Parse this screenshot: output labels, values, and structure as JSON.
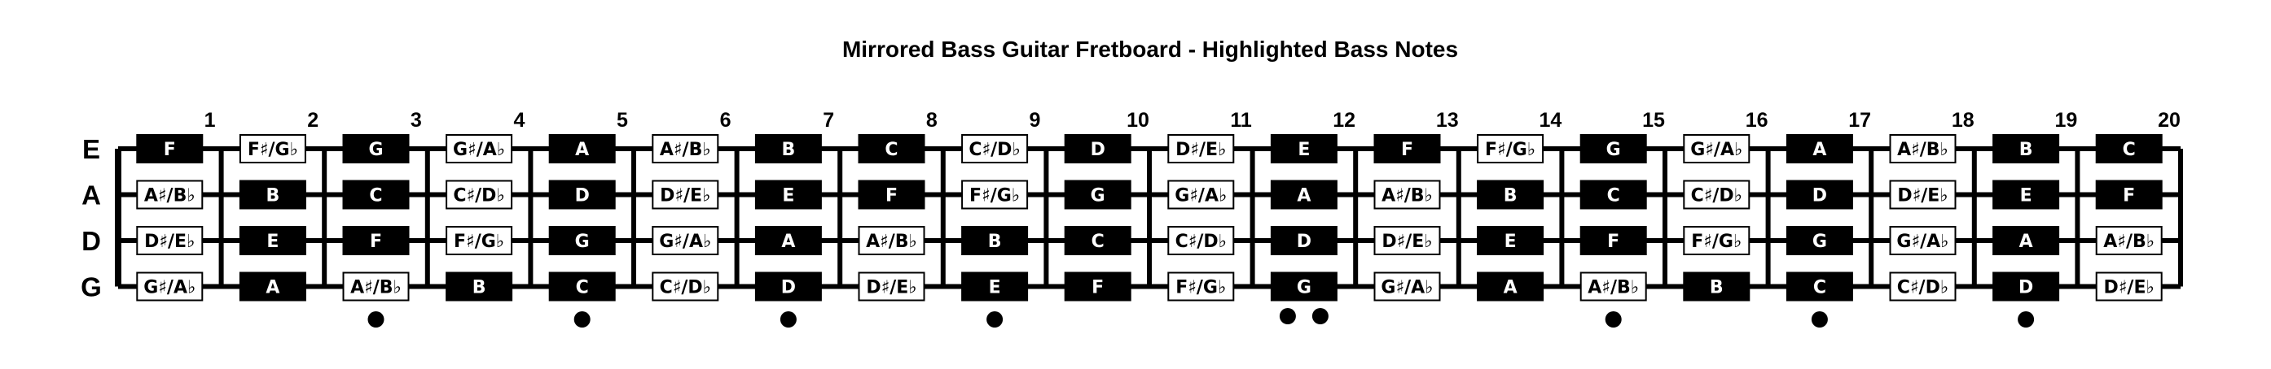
{
  "title": "Mirrored Bass Guitar Fretboard - Highlighted Bass Notes",
  "fret_numbers": [
    "1",
    "2",
    "3",
    "4",
    "5",
    "6",
    "7",
    "8",
    "9",
    "10",
    "11",
    "12",
    "13",
    "14",
    "15",
    "16",
    "17",
    "18",
    "19",
    "20"
  ],
  "strings": [
    {
      "name": "E",
      "notes": [
        {
          "label": "F",
          "highlighted": true
        },
        {
          "label": "F♯/G♭",
          "highlighted": false
        },
        {
          "label": "G",
          "highlighted": true
        },
        {
          "label": "G♯/A♭",
          "highlighted": false
        },
        {
          "label": "A",
          "highlighted": true
        },
        {
          "label": "A♯/B♭",
          "highlighted": false
        },
        {
          "label": "B",
          "highlighted": true
        },
        {
          "label": "C",
          "highlighted": true
        },
        {
          "label": "C♯/D♭",
          "highlighted": false
        },
        {
          "label": "D",
          "highlighted": true
        },
        {
          "label": "D♯/E♭",
          "highlighted": false
        },
        {
          "label": "E",
          "highlighted": true
        },
        {
          "label": "F",
          "highlighted": true
        },
        {
          "label": "F♯/G♭",
          "highlighted": false
        },
        {
          "label": "G",
          "highlighted": true
        },
        {
          "label": "G♯/A♭",
          "highlighted": false
        },
        {
          "label": "A",
          "highlighted": true
        },
        {
          "label": "A♯/B♭",
          "highlighted": false
        },
        {
          "label": "B",
          "highlighted": true
        },
        {
          "label": "C",
          "highlighted": true
        }
      ]
    },
    {
      "name": "A",
      "notes": [
        {
          "label": "A♯/B♭",
          "highlighted": false
        },
        {
          "label": "B",
          "highlighted": true
        },
        {
          "label": "C",
          "highlighted": true
        },
        {
          "label": "C♯/D♭",
          "highlighted": false
        },
        {
          "label": "D",
          "highlighted": true
        },
        {
          "label": "D♯/E♭",
          "highlighted": false
        },
        {
          "label": "E",
          "highlighted": true
        },
        {
          "label": "F",
          "highlighted": true
        },
        {
          "label": "F♯/G♭",
          "highlighted": false
        },
        {
          "label": "G",
          "highlighted": true
        },
        {
          "label": "G♯/A♭",
          "highlighted": false
        },
        {
          "label": "A",
          "highlighted": true
        },
        {
          "label": "A♯/B♭",
          "highlighted": false
        },
        {
          "label": "B",
          "highlighted": true
        },
        {
          "label": "C",
          "highlighted": true
        },
        {
          "label": "C♯/D♭",
          "highlighted": false
        },
        {
          "label": "D",
          "highlighted": true
        },
        {
          "label": "D♯/E♭",
          "highlighted": false
        },
        {
          "label": "E",
          "highlighted": true
        },
        {
          "label": "F",
          "highlighted": true
        }
      ]
    },
    {
      "name": "D",
      "notes": [
        {
          "label": "D♯/E♭",
          "highlighted": false
        },
        {
          "label": "E",
          "highlighted": true
        },
        {
          "label": "F",
          "highlighted": true
        },
        {
          "label": "F♯/G♭",
          "highlighted": false
        },
        {
          "label": "G",
          "highlighted": true
        },
        {
          "label": "G♯/A♭",
          "highlighted": false
        },
        {
          "label": "A",
          "highlighted": true
        },
        {
          "label": "A♯/B♭",
          "highlighted": false
        },
        {
          "label": "B",
          "highlighted": true
        },
        {
          "label": "C",
          "highlighted": true
        },
        {
          "label": "C♯/D♭",
          "highlighted": false
        },
        {
          "label": "D",
          "highlighted": true
        },
        {
          "label": "D♯/E♭",
          "highlighted": false
        },
        {
          "label": "E",
          "highlighted": true
        },
        {
          "label": "F",
          "highlighted": true
        },
        {
          "label": "F♯/G♭",
          "highlighted": false
        },
        {
          "label": "G",
          "highlighted": true
        },
        {
          "label": "G♯/A♭",
          "highlighted": false
        },
        {
          "label": "A",
          "highlighted": true
        },
        {
          "label": "A♯/B♭",
          "highlighted": false
        }
      ]
    },
    {
      "name": "G",
      "notes": [
        {
          "label": "G♯/A♭",
          "highlighted": false
        },
        {
          "label": "A",
          "highlighted": true
        },
        {
          "label": "A♯/B♭",
          "highlighted": false
        },
        {
          "label": "B",
          "highlighted": true
        },
        {
          "label": "C",
          "highlighted": true
        },
        {
          "label": "C♯/D♭",
          "highlighted": false
        },
        {
          "label": "D",
          "highlighted": true
        },
        {
          "label": "D♯/E♭",
          "highlighted": false
        },
        {
          "label": "E",
          "highlighted": true
        },
        {
          "label": "F",
          "highlighted": true
        },
        {
          "label": "F♯/G♭",
          "highlighted": false
        },
        {
          "label": "G",
          "highlighted": true
        },
        {
          "label": "G♯/A♭",
          "highlighted": false
        },
        {
          "label": "A",
          "highlighted": true
        },
        {
          "label": "A♯/B♭",
          "highlighted": false
        },
        {
          "label": "B",
          "highlighted": true
        },
        {
          "label": "C",
          "highlighted": true
        },
        {
          "label": "C♯/D♭",
          "highlighted": false
        },
        {
          "label": "D",
          "highlighted": true
        },
        {
          "label": "D♯/E♭",
          "highlighted": false
        }
      ]
    }
  ],
  "inlay_markers": [
    {
      "fret": 3,
      "count": 1
    },
    {
      "fret": 5,
      "count": 1
    },
    {
      "fret": 7,
      "count": 1
    },
    {
      "fret": 9,
      "count": 1
    },
    {
      "fret": 12,
      "count": 2
    },
    {
      "fret": 15,
      "count": 1
    },
    {
      "fret": 17,
      "count": 1
    },
    {
      "fret": 19,
      "count": 1
    }
  ],
  "colors": {
    "highlight_fill": "#000000",
    "highlight_text": "#ffffff",
    "plain_fill": "#ffffff",
    "plain_text": "#000000",
    "line": "#000000"
  }
}
